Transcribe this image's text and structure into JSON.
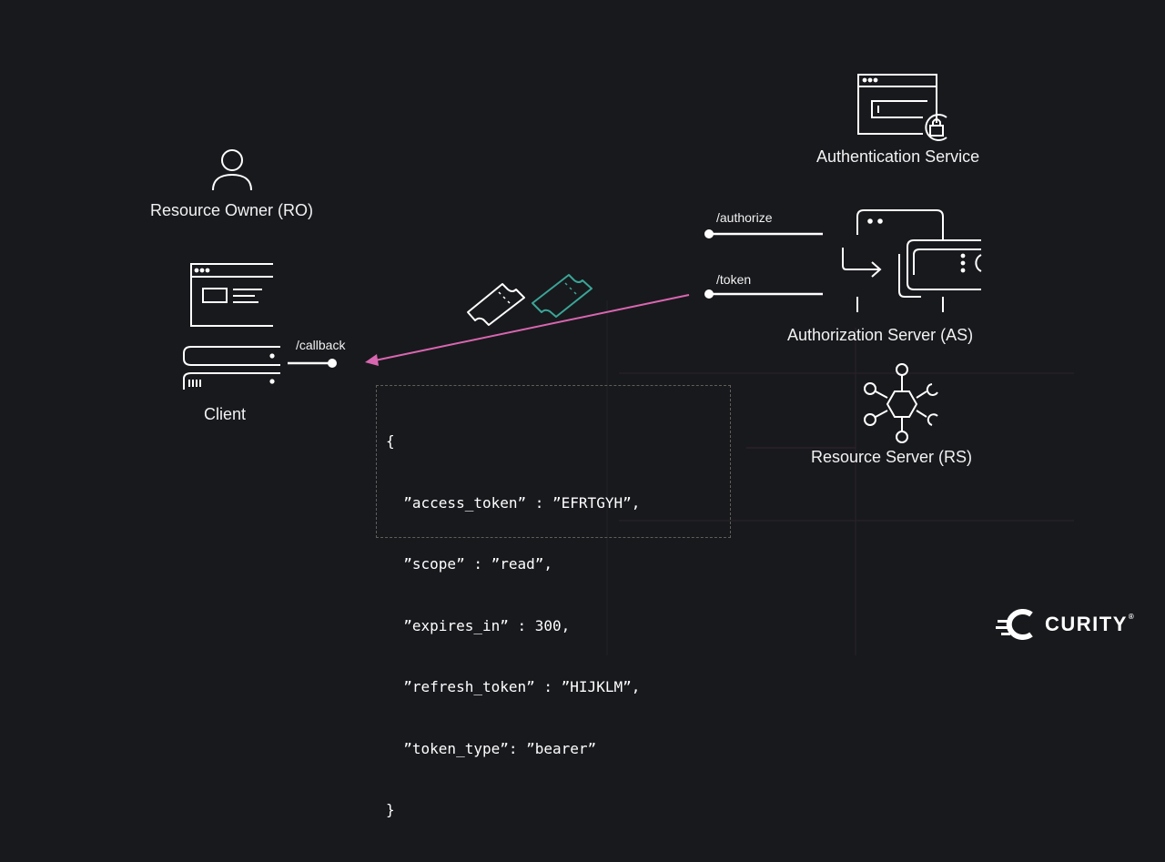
{
  "nodes": {
    "resource_owner": "Resource Owner (RO)",
    "client": "Client",
    "authentication_service": "Authentication Service",
    "authorization_server": "Authorization Server (AS)",
    "resource_server": "Resource Server (RS)"
  },
  "endpoints": {
    "authorize": "/authorize",
    "token": "/token",
    "callback": "/callback"
  },
  "token_response": {
    "lines": [
      "{",
      "  ”access_token” : ”EFRTGYH”,",
      "  ”scope” : ”read”,",
      "  ”expires_in” : 300,",
      "  ”refresh_token” : ”HIJKLM”,",
      "  ”token_type”: ”bearer”",
      "}"
    ]
  },
  "logo": {
    "text": "CURITY",
    "mark": "®"
  },
  "colors": {
    "background": "#18191d",
    "arrow": "#d966b0",
    "token_teal": "#3aa597",
    "line": "#ffffff"
  }
}
